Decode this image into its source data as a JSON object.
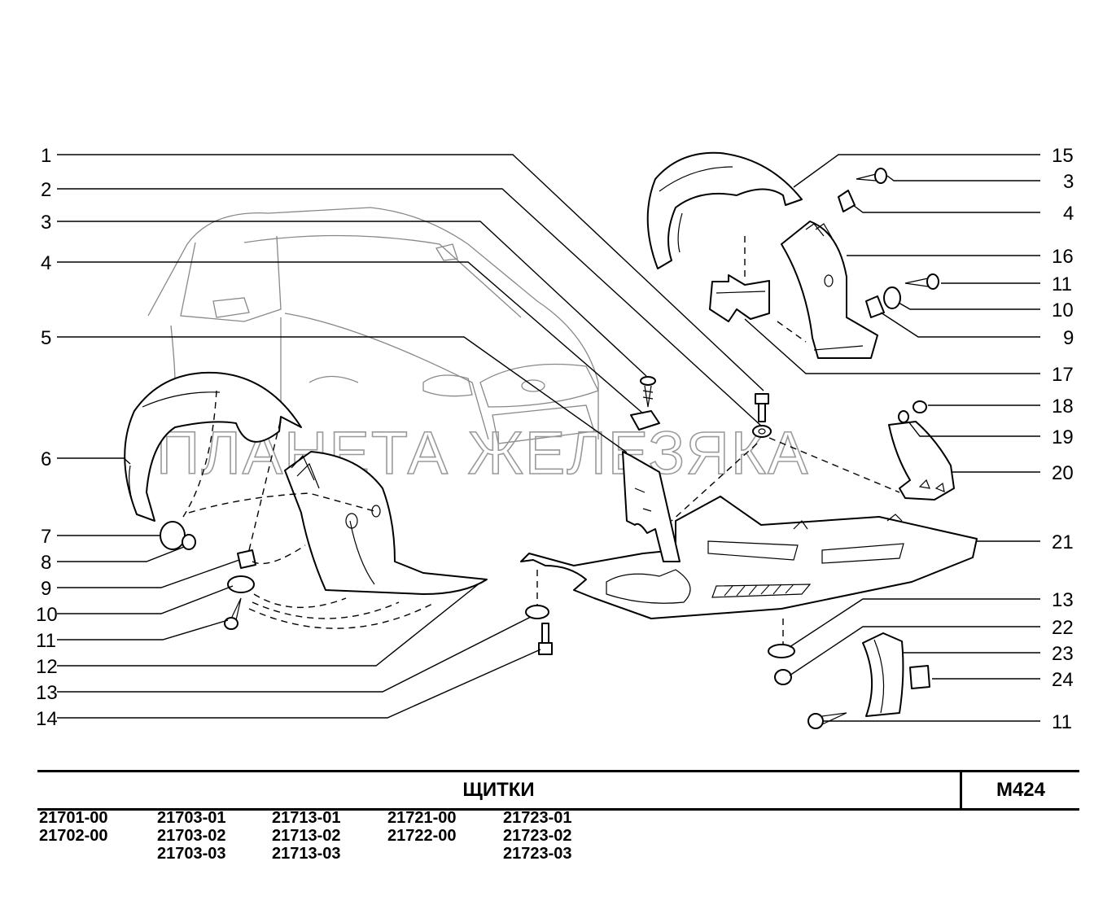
{
  "watermark": "ПЛАНЕТА ЖЕЛЕЗЯКА",
  "title": "ЩИТКИ",
  "code": "M424",
  "models": [
    [
      "21701-00",
      "21702-00"
    ],
    [
      "21703-01",
      "21703-02",
      "21703-03"
    ],
    [
      "21713-01",
      "21713-02",
      "21713-03"
    ],
    [
      "21721-00",
      "21722-00"
    ],
    [
      "21723-01",
      "21723-02",
      "21723-03"
    ]
  ],
  "callouts_left": [
    "1",
    "2",
    "3",
    "4",
    "5",
    "6",
    "7",
    "8",
    "9",
    "10",
    "11",
    "12",
    "13",
    "14"
  ],
  "callouts_right": [
    "15",
    "3",
    "4",
    "16",
    "11",
    "10",
    "9",
    "17",
    "18",
    "19",
    "20",
    "21",
    "13",
    "22",
    "23",
    "24",
    "11"
  ]
}
